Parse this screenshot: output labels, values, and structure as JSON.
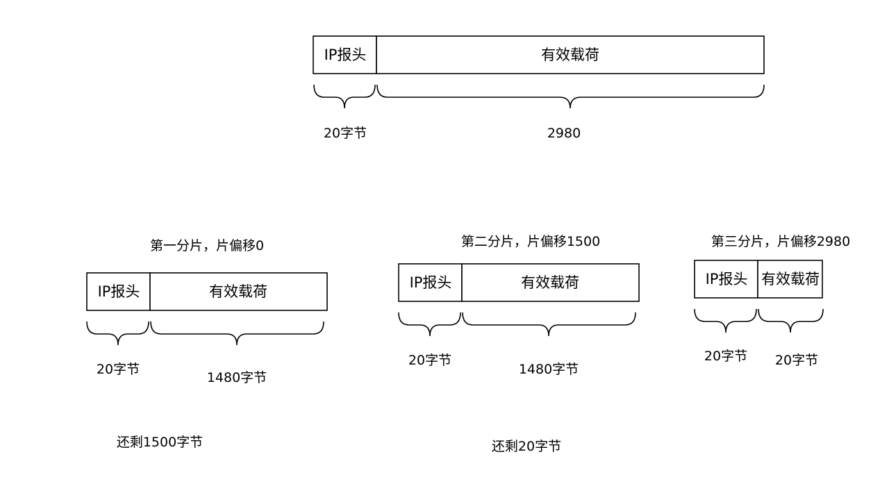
{
  "original": {
    "header_label": "IP报头",
    "payload_label": "有效载荷",
    "header_size": "20字节",
    "payload_size": "2980"
  },
  "fragments": [
    {
      "title": "第一分片，片偏移0",
      "header_label": "IP报头",
      "payload_label": "有效载荷",
      "header_size": "20字节",
      "payload_size": "1480字节",
      "remaining": "还剩1500字节"
    },
    {
      "title": "第二分片，片偏移1500",
      "header_label": "IP报头",
      "payload_label": "有效载荷",
      "header_size": "20字节",
      "payload_size": "1480字节",
      "remaining": "还剩20字节"
    },
    {
      "title": "第三分片，片偏移2980",
      "header_label": "IP报头",
      "payload_label": "有效载荷",
      "header_size": "20字节",
      "payload_size": "20字节"
    }
  ]
}
